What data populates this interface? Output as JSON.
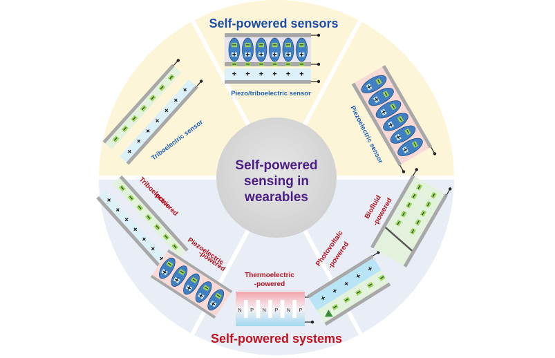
{
  "center": {
    "lines": [
      "Self-powered",
      "sensing in",
      "wearables"
    ]
  },
  "top_section": {
    "title": "Self-powered sensors"
  },
  "bottom_section": {
    "title": "Self-powered systems"
  },
  "sensors": {
    "piezo_tribo": "Piezo/triboelectric sensor",
    "triboelectric": "Triboelectric sensor",
    "piezoelectric": "Piezoelectric sensor"
  },
  "systems": {
    "triboelectric": [
      "Triboelectric",
      "-powered"
    ],
    "piezoelectric": [
      "Piezoelectric",
      "-powered"
    ],
    "thermoelectric": [
      "Thermoelectric",
      "-powered"
    ],
    "photovoltaic": [
      "Photovoltaic",
      "-powered"
    ],
    "biofluid": [
      "Biofluid",
      "-powered"
    ]
  },
  "thermo_legs": [
    "N",
    "P",
    "N",
    "P",
    "N",
    "P"
  ],
  "symbols": {
    "plus": "+",
    "minus": "−"
  },
  "colors": {
    "top_bg": "#fdf5d8",
    "bottom_bg": "#e8edf6",
    "center_bg": "#dcdcdc",
    "center_text": "#4b1f86",
    "sensor_title": "#1c4fa8",
    "sensor_label": "#1c5fb8",
    "system_title": "#c1121f",
    "system_label": "#b3121e"
  }
}
